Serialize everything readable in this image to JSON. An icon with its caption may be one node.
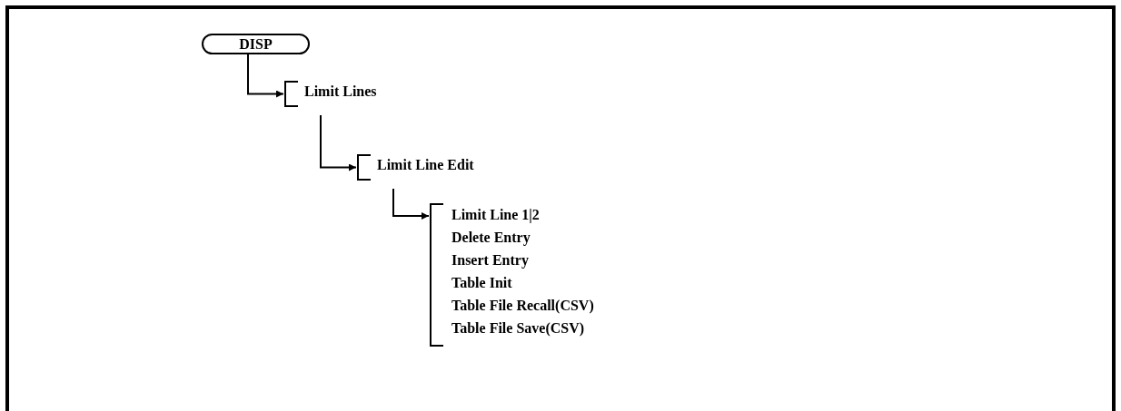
{
  "diagram": {
    "nodes": [
      {
        "text": [
          "DISP"
        ]
      },
      {
        "text": [
          "Limit Lines"
        ]
      },
      {
        "text": [
          "Limit Line Edit"
        ]
      },
      {
        "text": [
          "Limit Line 1|2",
          "Delete Entry",
          "Insert Entry",
          "Table Init",
          "Table File Recall(CSV)",
          "Table File Save(CSV)"
        ]
      }
    ],
    "edges": [
      {
        "from": 0,
        "to": 1,
        "arrow": "to"
      },
      {
        "from": 1,
        "to": 2,
        "arrow": "to"
      },
      {
        "from": 2,
        "to": 3,
        "arrow": "to"
      }
    ]
  }
}
